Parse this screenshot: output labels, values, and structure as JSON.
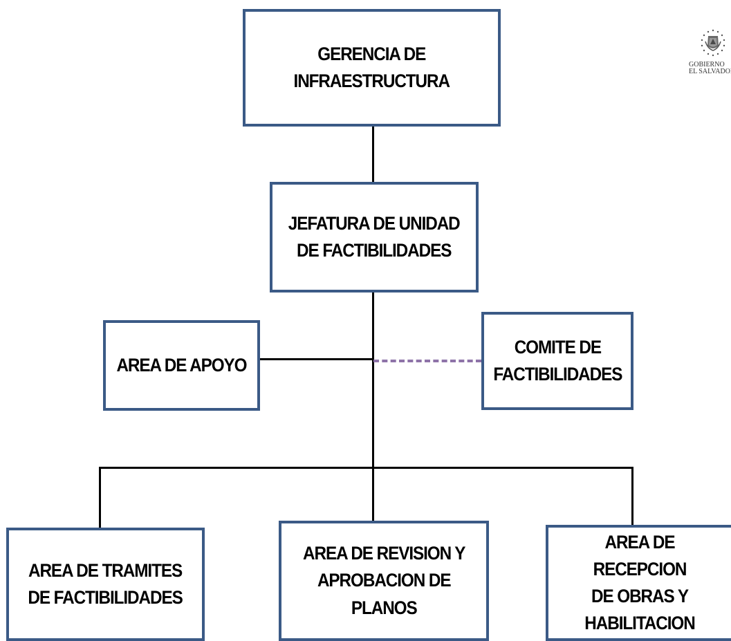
{
  "org_chart": {
    "gerencia": {
      "label": "GERENCIA DE\nINFRAESTRUCTURA"
    },
    "jefatura": {
      "label": "JEFATURA DE UNIDAD\nDE FACTIBILIDADES"
    },
    "apoyo": {
      "label": "AREA DE APOYO"
    },
    "comite": {
      "label": "COMITE DE\nFACTIBILIDADES"
    },
    "tramites": {
      "label": "AREA DE  TRAMITES\nDE FACTIBILIDADES"
    },
    "revision": {
      "label": "AREA DE  REVISION Y\nAPROBACION DE\nPLANOS"
    },
    "recepcion": {
      "label": "AREA DE RECEPCION\nDE OBRAS Y\nHABILITACION"
    }
  },
  "logo": {
    "icon": "coat-of-arms-icon",
    "line1": "GOBIERNO",
    "line2": "EL SALVADOR"
  },
  "colors": {
    "box_border": "#3b5a86",
    "connector": "#000000",
    "dashed_connector": "#8e73a8"
  }
}
